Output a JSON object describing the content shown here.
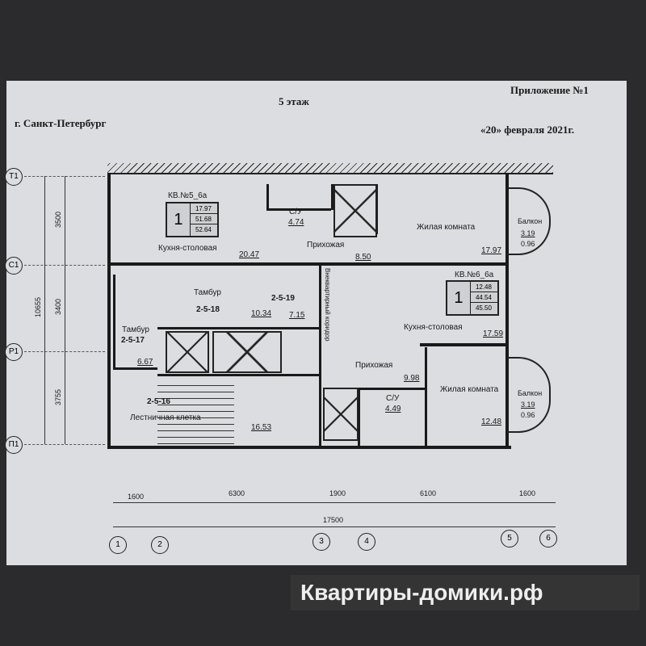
{
  "header": {
    "floor": "5 этаж",
    "appendix": "Приложение №1",
    "city": "г. Санкт-Петербург",
    "date": "«20» февраля 2021г."
  },
  "axes_rows": [
    "Т1",
    "С1",
    "Р1",
    "П1"
  ],
  "axes_cols": [
    "1",
    "2",
    "3",
    "4",
    "5",
    "6"
  ],
  "dims_vertical": [
    "3500",
    "3400",
    "3755",
    "10655"
  ],
  "dims_horizontal": [
    "1600",
    "6300",
    "1900",
    "6100",
    "1600",
    "17500"
  ],
  "apt5": {
    "label": "КВ.№5_6а",
    "rooms": "1",
    "living": "17.97",
    "total": "51.68",
    "total_b": "52.64"
  },
  "apt6": {
    "label": "КВ.№6_6а",
    "rooms": "1",
    "living": "12.48",
    "total": "44.54",
    "total_b": "45.50"
  },
  "rooms": {
    "kitchen5": "Кухня-столовая",
    "kitchen5_area": "20.47",
    "wc5": "С/У",
    "wc5_area": "4.74",
    "hall5": "Прихожая",
    "hall5_area": "8.50",
    "living5": "Жилая комната",
    "living5_area": "17.97",
    "balcony1": "Балкон",
    "balcony1_area": "3.19",
    "balcony1_k": "0.96",
    "tambur18": "Тамбур",
    "tambur18_id": "2-5-18",
    "tambur18_area": "10.34",
    "r19_id": "2-5-19",
    "r19_area": "7.15",
    "corridor": "Внеквартирный коридор",
    "tambur17": "Тамбур",
    "tambur17_id": "2-5-17",
    "tambur17_area": "6.67",
    "stair_id": "2-5-16",
    "stair": "Лестничная клетка",
    "stair_area": "16.53",
    "kitchen6": "Кухня-столовая",
    "kitchen6_area": "17.59",
    "hall6": "Прихожая",
    "hall6_area": "9.98",
    "wc6": "С/У",
    "wc6_area": "4.49",
    "living6": "Жилая комната",
    "living6_area": "12.48",
    "balcony2": "Балкон",
    "balcony2_area": "3.19",
    "balcony2_k": "0.96"
  },
  "watermark": "Квартиры-домики.рф"
}
